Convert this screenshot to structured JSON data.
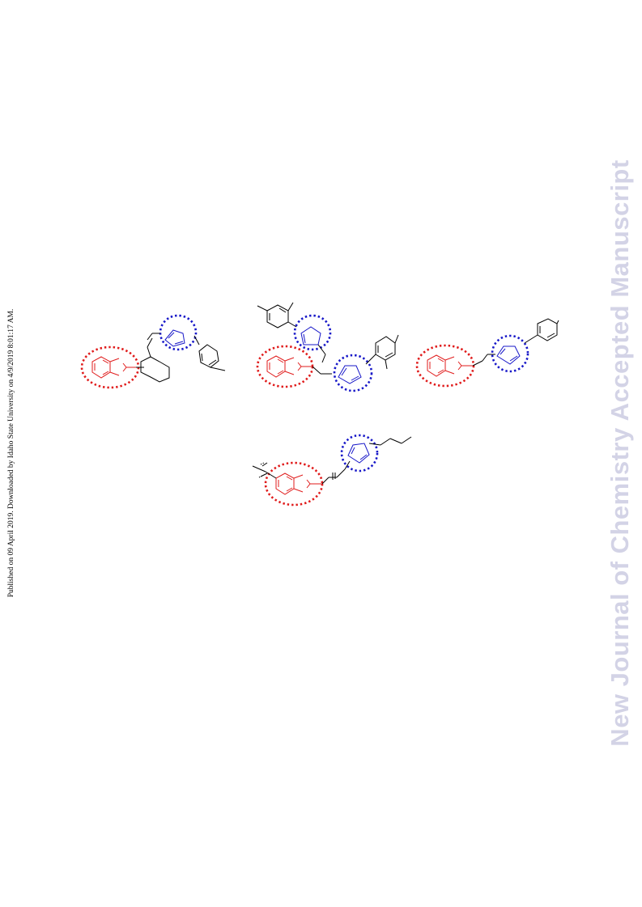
{
  "side_note": "Published on 09 April 2019. Downloaded by Idaho State University on 4/9/2019 8:01:17 AM.",
  "watermark": "New Journal of Chemistry Accepted Manuscript",
  "colors": {
    "fragment_a": "#e01b1b",
    "fragment_b": "#1717c8",
    "watermark": "#d3d3e6"
  },
  "structures": [
    {
      "id": "structure-1"
    },
    {
      "id": "structure-2"
    },
    {
      "id": "structure-3"
    },
    {
      "id": "structure-4"
    }
  ]
}
